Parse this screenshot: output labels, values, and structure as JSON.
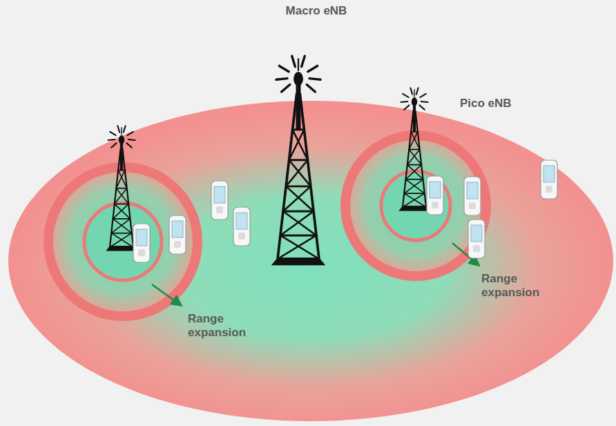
{
  "diagram": {
    "labels": [
      "Macro eNB",
      "Pico eNB",
      "Range expansion",
      "Range expansion"
    ]
  }
}
